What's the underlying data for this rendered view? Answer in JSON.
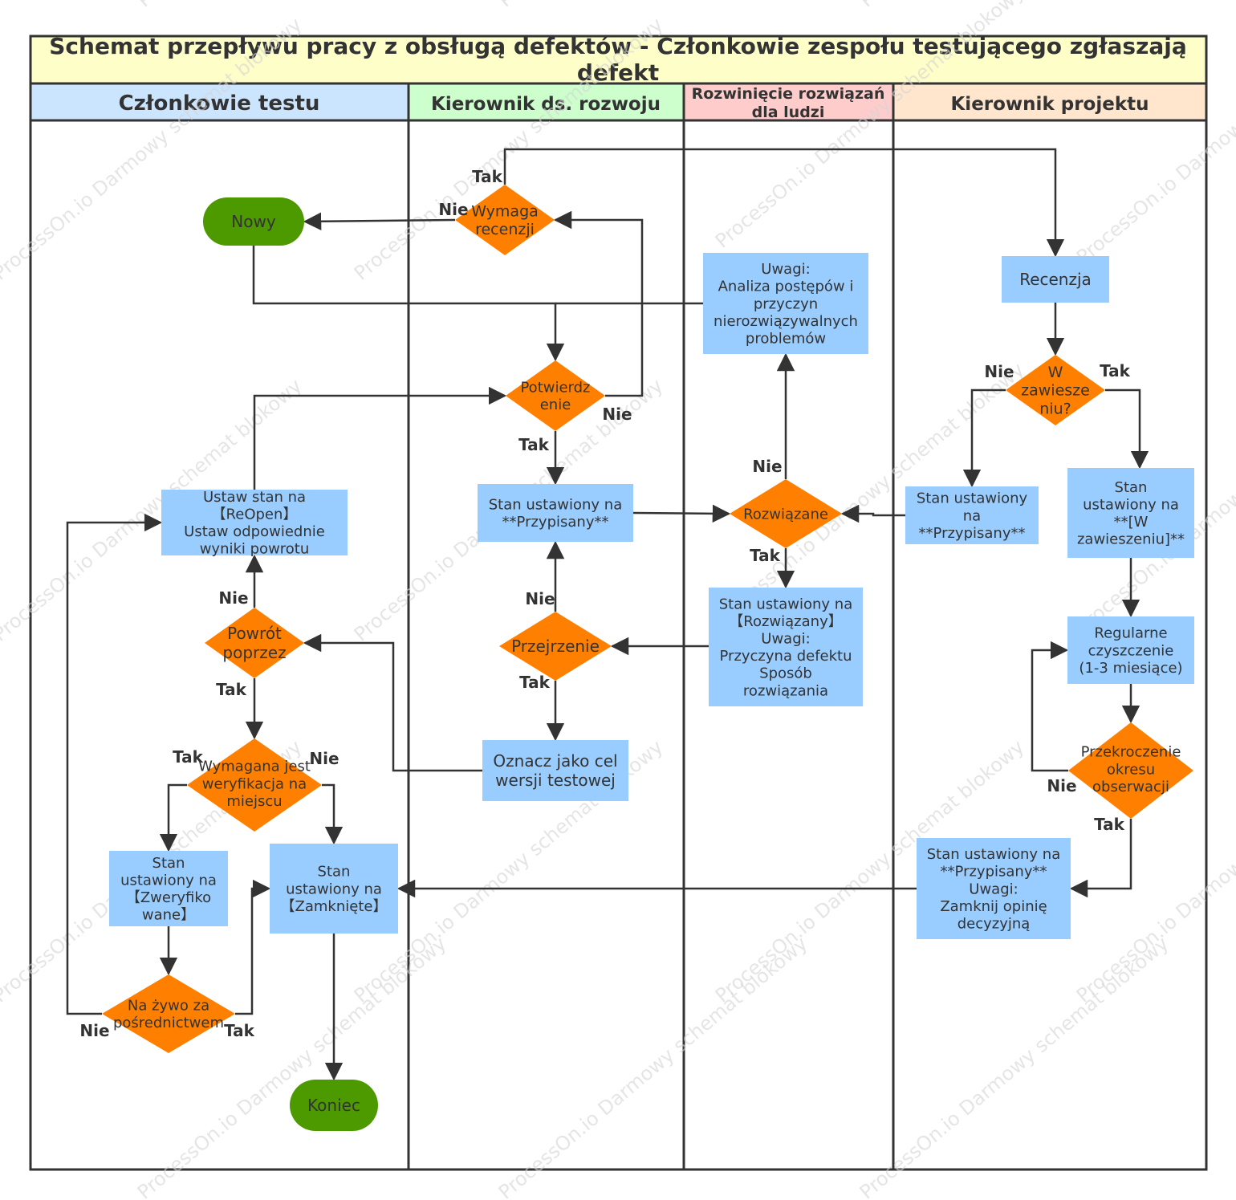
{
  "title": "Schemat przepływu pracy z obsługą defektów - Członkowie zespołu testującego zgłaszają defekt",
  "colors": {
    "title_bg": "#fefec8",
    "lane1_bg": "#cce5ff",
    "lane2_bg": "#ccffcc",
    "lane3_bg": "#ffcccc",
    "lane4_bg": "#ffe6cc",
    "process": "#99ccff",
    "decision": "#ff8000",
    "terminal": "#4d9900",
    "line": "#333333"
  },
  "lanes": [
    {
      "id": "lane1",
      "label": "Członkowie testu"
    },
    {
      "id": "lane2",
      "label": "Kierownik ds. rozwoju"
    },
    {
      "id": "lane3",
      "label": [
        "Rozwinięcie rozwiązań",
        "dla ludzi"
      ]
    },
    {
      "id": "lane4",
      "label": "Kierownik projektu"
    }
  ],
  "nodes": {
    "nowy": {
      "shape": "terminal",
      "lines": [
        "Nowy"
      ]
    },
    "koniec": {
      "shape": "terminal",
      "lines": [
        "Koniec"
      ]
    },
    "wymaga_recenzji": {
      "shape": "decision",
      "lines": [
        "Wymaga",
        "recenzji"
      ]
    },
    "potwierdzenie": {
      "shape": "decision",
      "lines": [
        "Potwierdz",
        "enie"
      ]
    },
    "przypisany_dev": {
      "shape": "process",
      "lines": [
        "Stan ustawiony na",
        "**Przypisany**"
      ]
    },
    "przejrzenie": {
      "shape": "decision",
      "lines": [
        "Przejrzenie"
      ]
    },
    "oznacz": {
      "shape": "process",
      "lines": [
        "Oznacz jako cel",
        "wersji testowej"
      ]
    },
    "uwagi_analiza": {
      "shape": "process",
      "lines": [
        "Uwagi:",
        "Analiza postępów i",
        "przyczyn",
        "nierozwiązywalnych",
        "problemów"
      ]
    },
    "rozwiazane": {
      "shape": "decision",
      "lines": [
        "Rozwiązane"
      ]
    },
    "rozwiazany": {
      "shape": "process",
      "lines": [
        "Stan ustawiony na",
        "【Rozwiązany】",
        "Uwagi:",
        "Przyczyna defektu",
        "Sposób",
        "rozwiązania"
      ]
    },
    "recenzja": {
      "shape": "process",
      "lines": [
        "Recenzja"
      ]
    },
    "w_zawieszeniu_q": {
      "shape": "decision",
      "lines": [
        "W",
        "zawiesze",
        "niu?"
      ]
    },
    "przypisany_pm": {
      "shape": "process",
      "lines": [
        "Stan ustawiony",
        "na",
        "**Przypisany**"
      ]
    },
    "w_zawieszeniu": {
      "shape": "process",
      "lines": [
        "Stan",
        "ustawiony na",
        "**[W",
        "zawieszeniu]**"
      ]
    },
    "regularne": {
      "shape": "process",
      "lines": [
        "Regularne",
        "czyszczenie",
        "(1-3 miesiące)"
      ]
    },
    "przekroczenie": {
      "shape": "decision",
      "lines": [
        "Przekroczenie",
        "okresu",
        "obserwacji"
      ]
    },
    "zamknij_opinie": {
      "shape": "process",
      "lines": [
        "Stan ustawiony na",
        "**Przypisany**",
        "Uwagi:",
        "Zamknij opinię",
        "decyzyjną"
      ]
    },
    "reopen": {
      "shape": "process",
      "lines": [
        "Ustaw stan na",
        "【ReOpen】",
        "Ustaw odpowiednie",
        "wyniki powrotu"
      ]
    },
    "powrot": {
      "shape": "decision",
      "lines": [
        "Powrót",
        "poprzez"
      ]
    },
    "weryfikacja": {
      "shape": "decision",
      "lines": [
        "Wymagana jest",
        "weryfikacja na",
        "miejscu"
      ]
    },
    "zweryfikowane": {
      "shape": "process",
      "lines": [
        "Stan",
        "ustawiony na",
        "【Zweryfiko",
        "wane】"
      ]
    },
    "zamkniete": {
      "shape": "process",
      "lines": [
        "Stan",
        "ustawiony na",
        "【Zamknięte】"
      ]
    },
    "na_zywo": {
      "shape": "decision",
      "lines": [
        "Na żywo za",
        "pośrednictwem"
      ]
    }
  },
  "edge_labels": {
    "yes": "Tak",
    "no": "Nie"
  },
  "watermark": "ProcessOn.io Darmowy schemat blokowy"
}
